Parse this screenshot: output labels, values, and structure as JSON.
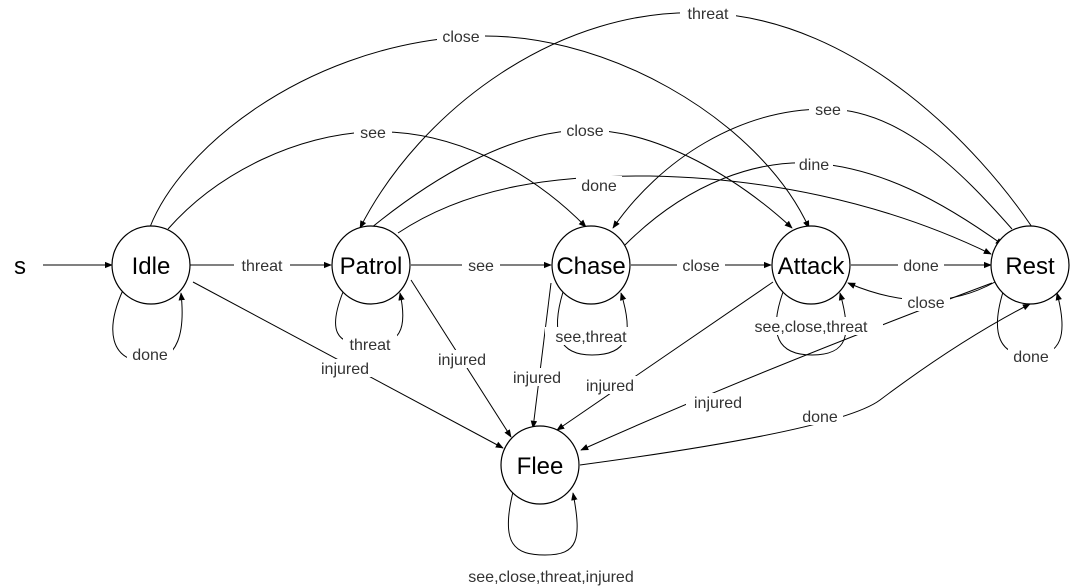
{
  "start_label": "s",
  "states": {
    "idle": "Idle",
    "patrol": "Patrol",
    "chase": "Chase",
    "attack": "Attack",
    "rest": "Rest",
    "flee": "Flee"
  },
  "edges": {
    "idle_patrol": "threat",
    "patrol_chase": "see",
    "chase_attack": "close",
    "attack_rest": "done",
    "rest_attack": "close",
    "idle_self": "done",
    "patrol_self": "threat",
    "chase_self": "see,threat",
    "attack_self": "see,close,threat",
    "rest_self": "done",
    "flee_self": "see,close,threat,injured",
    "idle_flee": "injured",
    "patrol_flee": "injured",
    "chase_flee": "injured",
    "attack_flee": "injured",
    "rest_flee": "injured",
    "flee_rest": "done",
    "idle_attack": "close",
    "rest_patrol": "threat",
    "idle_chase": "see",
    "patrol_attack": "close",
    "patrol_rest": "done",
    "rest_chase": "see",
    "chase_rest": "dine"
  }
}
